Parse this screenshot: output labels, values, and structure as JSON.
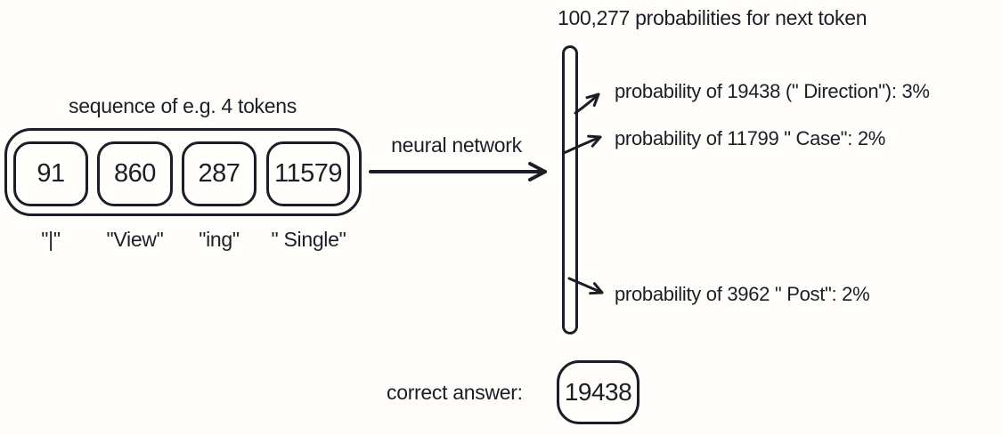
{
  "colors": {
    "ink": "#1d1d27",
    "background": "#fffefb"
  },
  "sequence": {
    "title": "sequence of e.g. 4 tokens",
    "tokens": [
      {
        "id": "91",
        "text": "\"|\""
      },
      {
        "id": "860",
        "text": "\"View\""
      },
      {
        "id": "287",
        "text": "\"ing\""
      },
      {
        "id": "11579",
        "text": "\" Single\""
      }
    ]
  },
  "model_arrow": {
    "label": "neural network"
  },
  "output": {
    "title": "100,277 probabilities for next token",
    "probabilities": [
      {
        "label": "probability of 19438 (\" Direction\"): 3%"
      },
      {
        "label": "probability of 11799 \" Case\": 2%"
      },
      {
        "label": "probability of 3962 \" Post\": 2%"
      }
    ]
  },
  "answer": {
    "label": "correct answer:",
    "value": "19438"
  }
}
